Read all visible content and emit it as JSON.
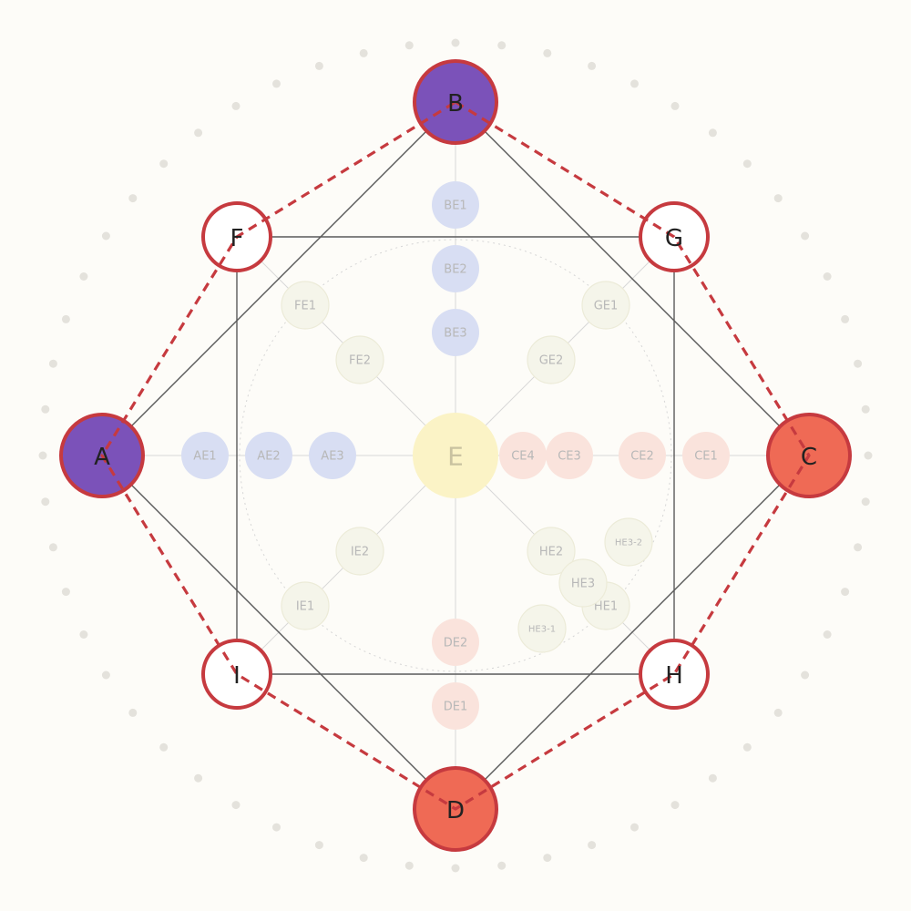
{
  "colors": {
    "background": "#fdfcf8",
    "purple": "#7b52b9",
    "orange": "#ef6a55",
    "ring_red": "#c63a3f",
    "line_dark": "#5a5a5a",
    "line_light": "#d8d8d8",
    "dot_grey": "#e4e2dc",
    "blue_soft": "#d8def3",
    "pink_soft": "#fae3dc",
    "yellow_soft": "#fbf3c6",
    "green_soft": "#f5f5ea"
  },
  "major_nodes": [
    {
      "label": "A",
      "fill": "purple"
    },
    {
      "label": "B",
      "fill": "purple"
    },
    {
      "label": "C",
      "fill": "orange"
    },
    {
      "label": "D",
      "fill": "orange"
    },
    {
      "label": "F",
      "fill": "white"
    },
    {
      "label": "G",
      "fill": "white"
    },
    {
      "label": "H",
      "fill": "white"
    },
    {
      "label": "I",
      "fill": "white"
    }
  ],
  "center_node": {
    "label": "E",
    "fill": "yellow_soft"
  },
  "minor_nodes": [
    {
      "label": "AE1",
      "fill": "blue_soft"
    },
    {
      "label": "AE2",
      "fill": "blue_soft"
    },
    {
      "label": "AE3",
      "fill": "blue_soft"
    },
    {
      "label": "BE1",
      "fill": "blue_soft"
    },
    {
      "label": "BE2",
      "fill": "blue_soft"
    },
    {
      "label": "BE3",
      "fill": "blue_soft"
    },
    {
      "label": "CE1",
      "fill": "pink_soft"
    },
    {
      "label": "CE2",
      "fill": "pink_soft"
    },
    {
      "label": "CE3",
      "fill": "pink_soft"
    },
    {
      "label": "CE4",
      "fill": "pink_soft"
    },
    {
      "label": "DE1",
      "fill": "pink_soft"
    },
    {
      "label": "DE2",
      "fill": "pink_soft"
    },
    {
      "label": "FE1",
      "fill": "green_soft"
    },
    {
      "label": "FE2",
      "fill": "green_soft"
    },
    {
      "label": "GE1",
      "fill": "green_soft"
    },
    {
      "label": "GE2",
      "fill": "green_soft"
    },
    {
      "label": "HE1",
      "fill": "green_soft"
    },
    {
      "label": "HE2",
      "fill": "green_soft"
    },
    {
      "label": "HE3",
      "fill": "green_soft"
    },
    {
      "label": "HE3-1",
      "fill": "green_soft"
    },
    {
      "label": "HE3-2",
      "fill": "green_soft"
    },
    {
      "label": "IE1",
      "fill": "green_soft"
    },
    {
      "label": "IE2",
      "fill": "green_soft"
    }
  ],
  "dashed_ring": [
    "B",
    "G",
    "C",
    "H",
    "D",
    "I",
    "A",
    "F",
    "B"
  ],
  "solid_edges": [
    [
      "A",
      "B"
    ],
    [
      "B",
      "C"
    ],
    [
      "C",
      "D"
    ],
    [
      "D",
      "A"
    ],
    [
      "F",
      "G"
    ],
    [
      "G",
      "H"
    ],
    [
      "H",
      "I"
    ],
    [
      "I",
      "F"
    ]
  ]
}
